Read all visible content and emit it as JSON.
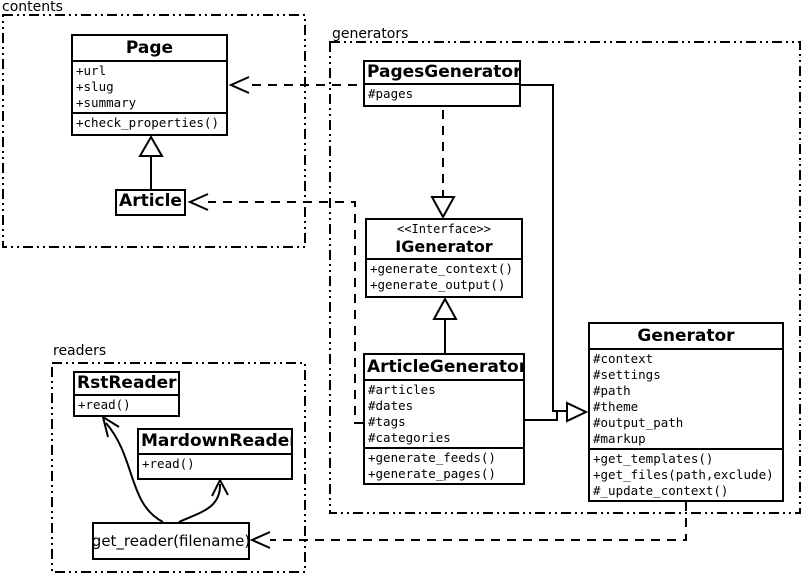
{
  "diagram": {
    "type": "uml-class-diagram",
    "colors": {
      "line": "#000000",
      "background": "#ffffff",
      "text": "#000000"
    }
  },
  "packages": {
    "contents": {
      "label": "contents"
    },
    "generators": {
      "label": "generators"
    },
    "readers": {
      "label": "readers"
    }
  },
  "classes": {
    "page": {
      "title": "Page",
      "attributes": [
        "+url",
        "+slug",
        "+summary"
      ],
      "methods": [
        "+check_properties()"
      ]
    },
    "article": {
      "title": "Article"
    },
    "pages_generator": {
      "title": "PagesGenerator",
      "attributes": [
        "#pages"
      ]
    },
    "igenerator": {
      "stereotype": "<<Interface>>",
      "title": "IGenerator",
      "methods": [
        "+generate_context()",
        "+generate_output()"
      ]
    },
    "article_generator": {
      "title": "ArticleGenerator",
      "attributes": [
        "#articles",
        "#dates",
        "#tags",
        "#categories"
      ],
      "methods": [
        "+generate_feeds()",
        "+generate_pages()"
      ]
    },
    "generator": {
      "title": "Generator",
      "attributes": [
        "#context",
        "#settings",
        "#path",
        "#theme",
        "#output_path",
        "#markup"
      ],
      "methods": [
        "+get_templates()",
        "+get_files(path,exclude)",
        "#_update_context()"
      ]
    },
    "rst_reader": {
      "title": "RstReader",
      "methods": [
        "+read()"
      ]
    },
    "mardown_reader": {
      "title": "MardownReader",
      "methods": [
        "+read()"
      ]
    },
    "get_reader": {
      "label": "get_reader(filename)"
    }
  },
  "relationships": [
    {
      "from": "Article",
      "to": "Page",
      "type": "inheritance"
    },
    {
      "from": "PagesGenerator",
      "to": "Page",
      "type": "dependency"
    },
    {
      "from": "ArticleGenerator",
      "to": "Article",
      "type": "dependency"
    },
    {
      "from": "PagesGenerator",
      "to": "IGenerator",
      "type": "realization"
    },
    {
      "from": "ArticleGenerator",
      "to": "IGenerator",
      "type": "inheritance"
    },
    {
      "from": "PagesGenerator",
      "to": "Generator",
      "type": "inheritance"
    },
    {
      "from": "ArticleGenerator",
      "to": "Generator",
      "type": "inheritance"
    },
    {
      "from": "Generator",
      "to": "get_reader(filename)",
      "type": "dependency"
    },
    {
      "from": "get_reader(filename)",
      "to": "RstReader",
      "type": "arrow"
    },
    {
      "from": "get_reader(filename)",
      "to": "MardownReader",
      "type": "arrow"
    }
  ]
}
